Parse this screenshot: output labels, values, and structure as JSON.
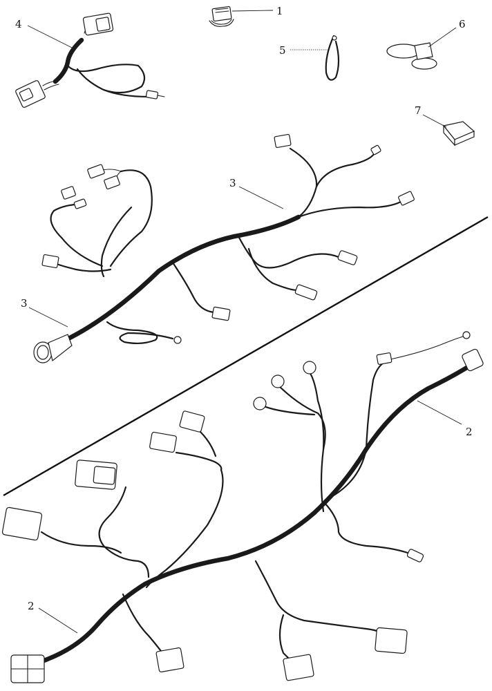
{
  "callouts": {
    "c1": "1",
    "c2a": "2",
    "c2b": "2",
    "c3a": "3",
    "c3b": "3",
    "c4": "4",
    "c5": "5",
    "c6": "6",
    "c7": "7"
  },
  "colors": {
    "line": "#1a1a1a",
    "background": "#ffffff"
  }
}
